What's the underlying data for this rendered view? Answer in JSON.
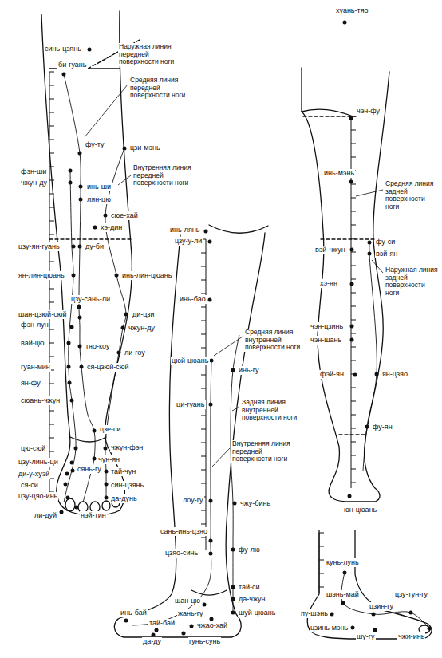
{
  "diagram": {
    "labels": [
      "синь-цзянь",
      "Наружная линия передней поверхности ноги",
      "би-гуань",
      "Средняя линия передней поверхности ноги",
      "фу-ту",
      "цзи-мэнь",
      "фэн-ши",
      "Внутренняя линия передней поверхности ноги",
      "чжун-ду",
      "инь-ши",
      "лян-цю",
      "сюе-хай",
      "хэ-дин",
      "цзу-ян-гуань",
      "ду-би",
      "ян-лин-цюань",
      "инь-лин-цюань",
      "цзу-сань-ли",
      "ди-цзи",
      "шан-цзюй-сюй",
      "фэн-лун",
      "чжун-ду",
      "вай-цю",
      "тяо-коу",
      "ли-гоу",
      "гуан-мин",
      "ся-цзюй-сюй",
      "ян-фу",
      "сюань-чжун",
      "цзе-си",
      "цю-сюй",
      "чжун-фэн",
      "чун-ян",
      "цзу-линь-ци",
      "сянь-гу",
      "тай-чун",
      "ди-у-хуэй",
      "син-цзянь",
      "ся-си",
      "да-дунь",
      "цзу-цяо-инь",
      "нэй-тин",
      "ли-дуй",
      "инь-лянь",
      "цзу-у-ли",
      "инь-бао",
      "Средняя линия внутренней поверхности ноги",
      "цюй-цюань",
      "инь-гу",
      "Задняя линия внутренней поверхности ноги",
      "ци-гуань",
      "Внутренняя линия передней поверхности ноги",
      "лоу-гу",
      "чжу-бинь",
      "сань-инь-цзяо",
      "фу-лю",
      "цзяо-синь",
      "тай-си",
      "да-чжун",
      "шан-цю",
      "шуй-цюань",
      "жань-гу",
      "чжао-хай",
      "инь-бай",
      "тай-бай",
      "гунь-сунь",
      "да-ду",
      "хуань-тяо",
      "чэн-фу",
      "инь-мэнь",
      "Средняя линия задней поверхности ноги",
      "фу-си",
      "вэй-чжун",
      "вэй-ян",
      "Наружная линия задней поверхности ноги",
      "хэ-ян",
      "чэн-цзинь",
      "чэн-шань",
      "фэй-ян",
      "ян-цзяо",
      "фу-ян",
      "юн-цюань",
      "кунь-лунь",
      "цзу-тун-гу",
      "шэнь-май",
      "цзин-гу",
      "пу-шэнь",
      "цзинь-мэнь",
      "шу-гу",
      "чжи-инь"
    ]
  }
}
